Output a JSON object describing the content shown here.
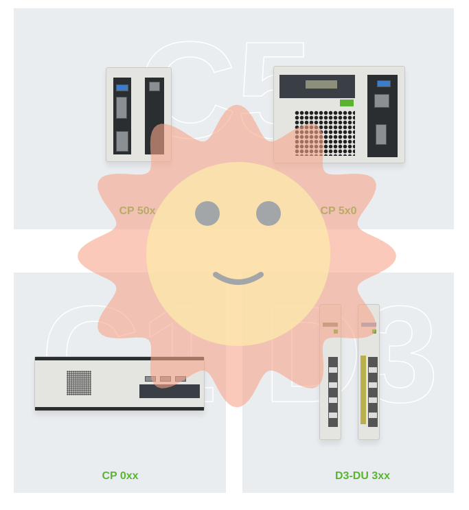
{
  "tiles": [
    {
      "label": "CP 50x",
      "watermark": "C5"
    },
    {
      "label": "CP 5x0",
      "watermark": ""
    },
    {
      "label": "CP 0xx",
      "watermark": "C1"
    },
    {
      "label": "D3-DU 3xx",
      "watermark": "D3"
    }
  ],
  "colors": {
    "tile_bg": "#e9edf0",
    "label": "#5bb431",
    "sun_outer": "#f6a58a",
    "sun_inner": "#fff3a8",
    "face": "#a3a6a8"
  },
  "overlay": {
    "icon": "smiling-sun-icon"
  }
}
